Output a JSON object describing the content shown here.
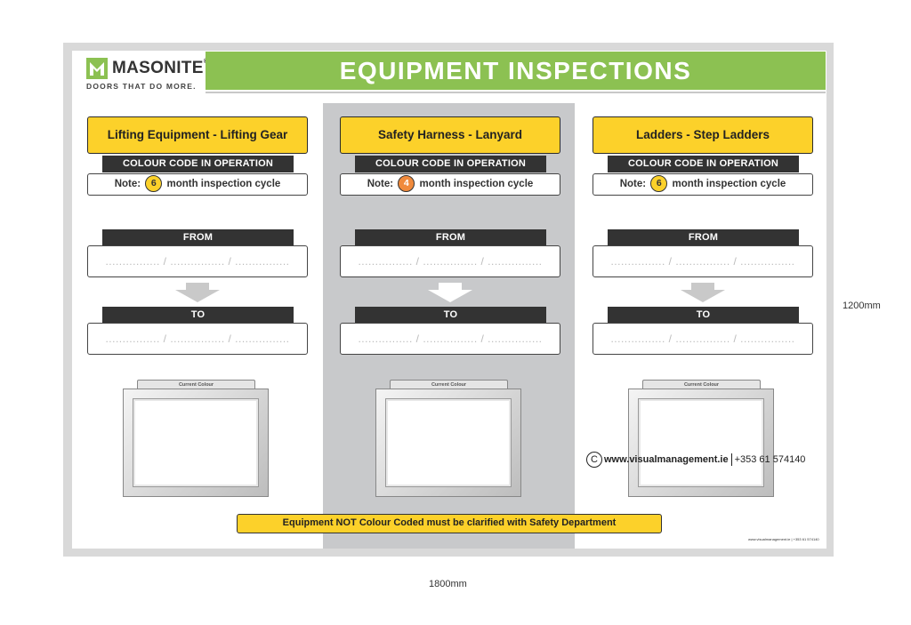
{
  "brand": {
    "name": "MASONITE",
    "reg": "®",
    "tagline": "DOORS THAT DO MORE."
  },
  "title": "EQUIPMENT INSPECTIONS",
  "labels": {
    "colour_code": "COLOUR CODE IN OPERATION",
    "note_prefix": "Note:",
    "note_suffix": "month inspection cycle",
    "from": "FROM",
    "to": "TO",
    "date_placeholder": "................ / ................ / ................",
    "current_colour": "Current Colour"
  },
  "columns": [
    {
      "title": "Lifting Equipment - Lifting Gear",
      "cycle": "6",
      "cycle_color": "#fcd12a"
    },
    {
      "title": "Safety Harness - Lanyard",
      "cycle": "4",
      "cycle_color": "#f08a3c"
    },
    {
      "title": "Ladders - Step Ladders",
      "cycle": "6",
      "cycle_color": "#fcd12a"
    }
  ],
  "footer_note": "Equipment NOT Colour Coded must be clarified with Safety Department",
  "credit": {
    "symbol": "C",
    "site": "www.visualmanagement.ie",
    "phone": "+353 61 574140",
    "small": "www.visualmanagement.ie | +353 61 574140"
  },
  "dimensions": {
    "height": "1200mm",
    "width": "1800mm"
  },
  "colors": {
    "title_green": "#8cc152",
    "header_yellow": "#fcd12a",
    "dark_bar": "#333333",
    "middle_panel": "#c8c9cb"
  }
}
